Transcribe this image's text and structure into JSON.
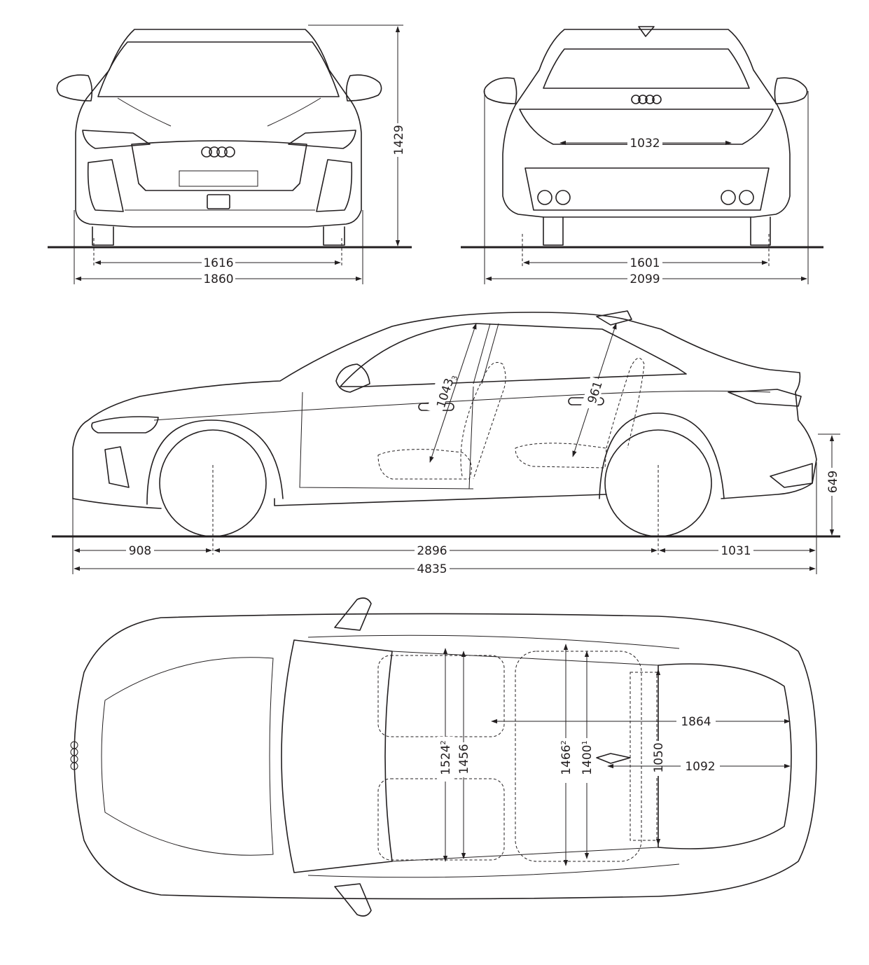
{
  "views": {
    "front": {
      "height": "1429",
      "track": "1616",
      "width": "1860"
    },
    "rear": {
      "trunk_width": "1032",
      "track": "1601",
      "width_with_mirrors": "2099"
    },
    "side": {
      "headroom_front": "1043",
      "headroom_front_note": "3",
      "headroom_rear": "961",
      "loading_height": "649",
      "front_overhang": "908",
      "wheelbase": "2896",
      "rear_overhang": "1031",
      "length": "4835"
    },
    "top": {
      "shoulder_width_front": "1524",
      "shoulder_width_front_note": "2",
      "elbow_width_front": "1456",
      "shoulder_width_rear": "1466",
      "shoulder_width_rear_note": "2",
      "elbow_width_rear": "1400",
      "elbow_width_rear_note": "1",
      "load_floor_length_max": "1864",
      "load_floor_length": "1092",
      "load_floor_width": "1050"
    }
  },
  "colors": {
    "ink": "#231f20",
    "background": "#ffffff"
  },
  "icons": [
    "audi-rings-logo-front",
    "audi-rings-logo-rear",
    "audi-rings-logo-top"
  ]
}
